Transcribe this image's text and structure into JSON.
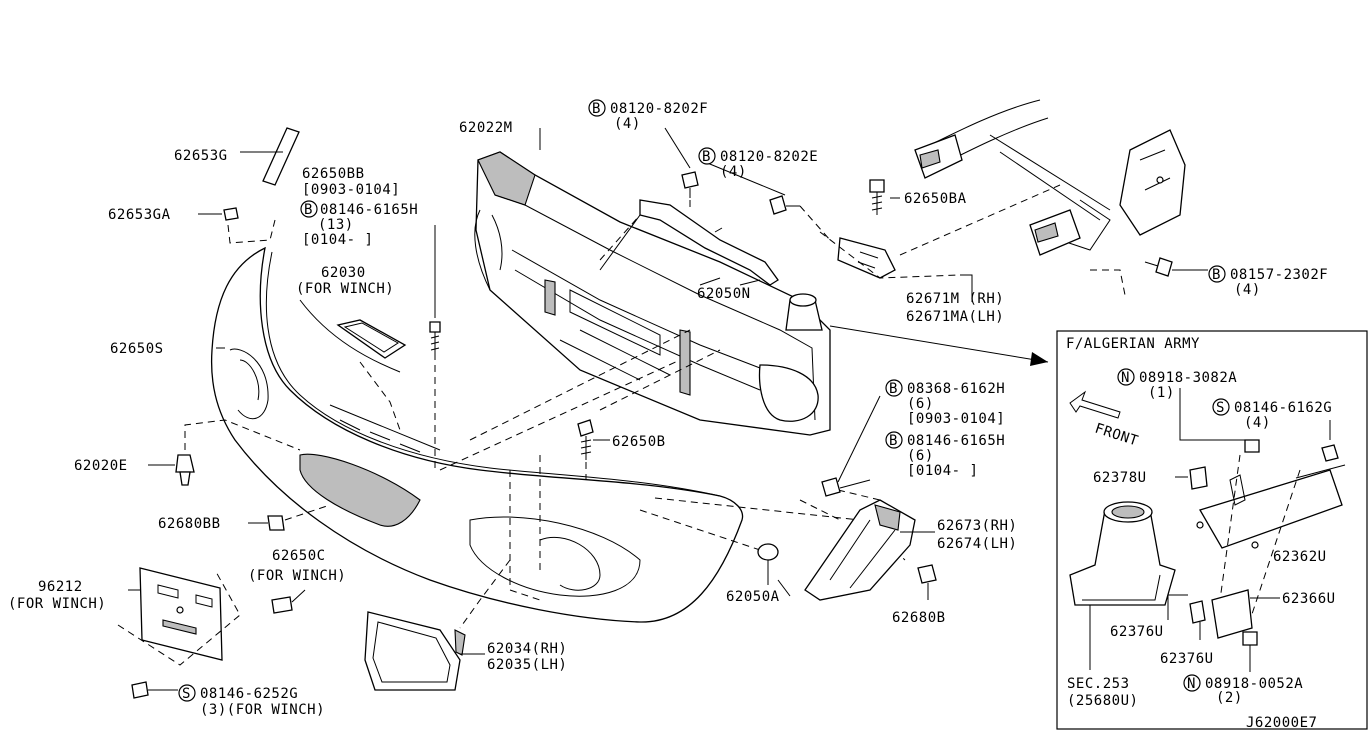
{
  "diagram_id": "J62000E7",
  "labels": {
    "p62653G": "62653G",
    "p62650BB": "62650BB",
    "p62650BB_range": "[0903-0104]",
    "b08146_6165H_a": "08146-6165H",
    "b08146_6165H_a_qty": "(13)",
    "b08146_6165H_a_range": "[0104-     ]",
    "p62653GA": "62653GA",
    "p62030": "62030",
    "p62030_note": "(FOR WINCH)",
    "p62650S": "62650S",
    "p62020E": "62020E",
    "p62680BB": "62680BB",
    "p62650C": "62650C",
    "p62650C_note": "(FOR WINCH)",
    "p96212": "96212",
    "p96212_note": "(FOR WINCH)",
    "s08146_6252G": "08146-6252G",
    "s08146_6252G_note": "(3)(FOR WINCH)",
    "p62034": "62034(RH)",
    "p62035": "62035(LH)",
    "p62022M": "62022M",
    "b08120_8202F": "08120-8202F",
    "b08120_8202F_qty": "(4)",
    "b08120_8202E": "08120-8202E",
    "b08120_8202E_qty": "(4)",
    "p62650BA": "62650BA",
    "p62050N": "62050N",
    "b08157_2302F": "08157-2302F",
    "b08157_2302F_qty": "(4)",
    "p62671M": "62671M (RH)",
    "p62671MA": "62671MA(LH)",
    "p62650B": "62650B",
    "b08368_6162H": "08368-6162H",
    "b08368_6162H_qty": "(6)",
    "b08368_6162H_range": "[0903-0104]",
    "b08146_6165H_b": "08146-6165H",
    "b08146_6165H_b_qty": "(6)",
    "b08146_6165H_b_range": "[0104-     ]",
    "p62673": "62673(RH)",
    "p62674": "62674(LH)",
    "p62050A": "62050A",
    "p62680B": "62680B"
  },
  "inset": {
    "title": "F/ALGERIAN ARMY",
    "front": "FRONT",
    "n08918_3082A": "08918-3082A",
    "n08918_3082A_qty": "(1)",
    "s08146_6162G": "08146-6162G",
    "s08146_6162G_qty": "(4)",
    "p62378U": "62378U",
    "p62362U": "62362U",
    "p62366U": "62366U",
    "p62376U_a": "62376U",
    "p62376U_b": "62376U",
    "sec253": "SEC.253",
    "sec253_part": "(25680U)",
    "n08918_0052A": "08918-0052A",
    "n08918_0052A_qty": "(2)"
  },
  "symbols": {
    "bolt": "B",
    "nut": "N",
    "screw": "S"
  }
}
